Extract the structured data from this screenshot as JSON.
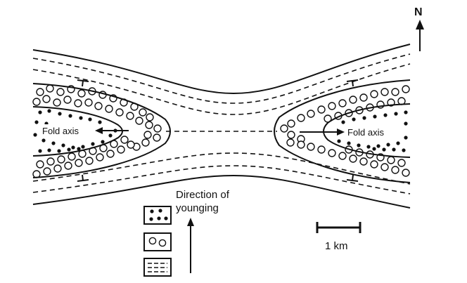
{
  "north": {
    "label": "N"
  },
  "fold_axis": {
    "left_label": "Fold axis",
    "right_label": "Fold axis"
  },
  "legend": {
    "title_line1": "Direction of",
    "title_line2": "younging",
    "units": [
      {
        "pattern": "black-dots"
      },
      {
        "pattern": "open-circles"
      },
      {
        "pattern": "dashed-lines"
      }
    ]
  },
  "scale_bar": {
    "label": "1 km"
  },
  "colors": {
    "ink": "#111111",
    "background": "#ffffff"
  }
}
